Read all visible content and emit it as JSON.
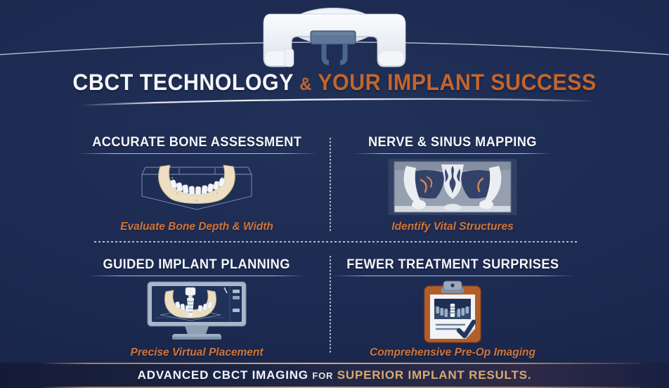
{
  "colors": {
    "background_navy": "#1d2b53",
    "title_white": "#f4f6f9",
    "accent_orange": "#c2652e",
    "caption_orange": "#d0753a",
    "footer_gold": "#d9a96f",
    "divider_blue": "#c7d3e7",
    "copper_line": "#c29572"
  },
  "header": {
    "machine_icon": "cbct-scanner-icon",
    "title": {
      "white": "CBCT TECHNOLOGY",
      "amp": "&",
      "orange": "YOUR IMPLANT SUCCESS"
    }
  },
  "quadrants": [
    {
      "title": "ACCURATE BONE ASSESSMENT",
      "caption": "Evaluate Bone Depth & Width",
      "icon": "jaw-3d-scan-icon"
    },
    {
      "title": "NERVE & SINUS MAPPING",
      "caption": "Identify Vital Structures",
      "icon": "ct-xray-slice-icon"
    },
    {
      "title": "GUIDED IMPLANT PLANNING",
      "caption": "Precise Virtual Placement",
      "icon": "monitor-implant-plan-icon"
    },
    {
      "title": "FEWER TREATMENT SURPRISES",
      "caption": "Comprehensive Pre-Op Imaging",
      "icon": "clipboard-xray-check-icon"
    }
  ],
  "footer": {
    "white": "ADVANCED CBCT IMAGING",
    "connector": "FOR",
    "gold": "SUPERIOR IMPLANT RESULTS."
  }
}
